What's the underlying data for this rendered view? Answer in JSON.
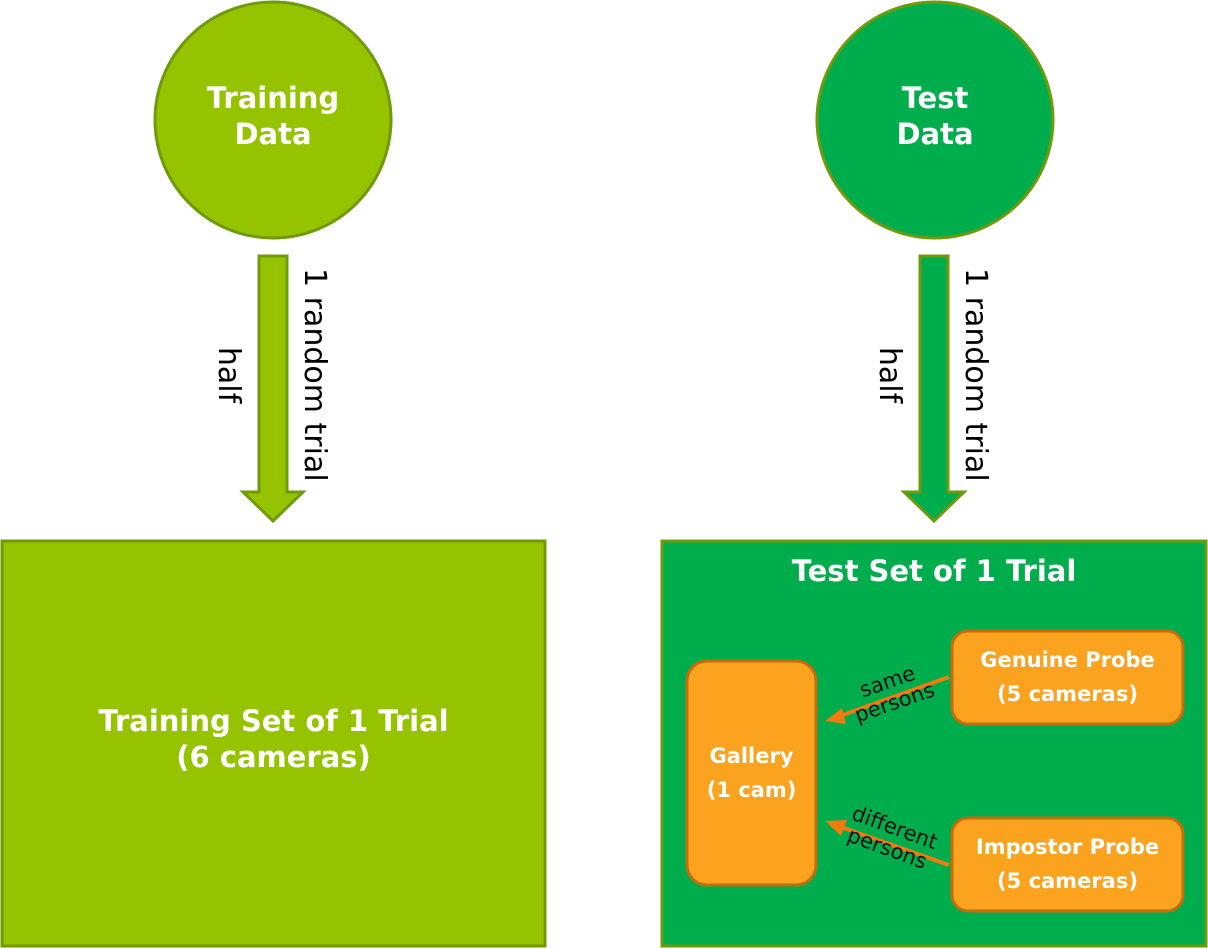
{
  "nodes": {
    "training_data": {
      "line1": "Training",
      "line2": "Data"
    },
    "test_data": {
      "line1": "Test",
      "line2": "Data"
    },
    "training_set": {
      "line1": "Training Set of 1 Trial",
      "line2": "(6 cameras)"
    },
    "test_set": {
      "title": "Test Set of 1 Trial"
    },
    "gallery": {
      "line1": "Gallery",
      "line2": "(1 cam)"
    },
    "genuine_probe": {
      "line1": "Genuine Probe",
      "line2": "(5 cameras)"
    },
    "impostor_probe": {
      "line1": "Impostor Probe",
      "line2": "(5 cameras)"
    }
  },
  "edges": {
    "left_arrow": {
      "label_right": "1 random trial",
      "label_left": "half"
    },
    "right_arrow": {
      "label_right": "1 random trial",
      "label_left": "half"
    },
    "genuine_edge": {
      "line1": "same",
      "line2": "persons"
    },
    "impostor_edge": {
      "line1": "different",
      "line2": "persons"
    }
  },
  "colors": {
    "light_green": "#96c300",
    "light_green_border": "#6f9a0b",
    "dark_green": "#00ad4c",
    "dark_green_border": "#6f9a0b",
    "orange": "#fba31e",
    "orange_border": "#c46d0d",
    "orange_arrow": "#f07b0e"
  }
}
